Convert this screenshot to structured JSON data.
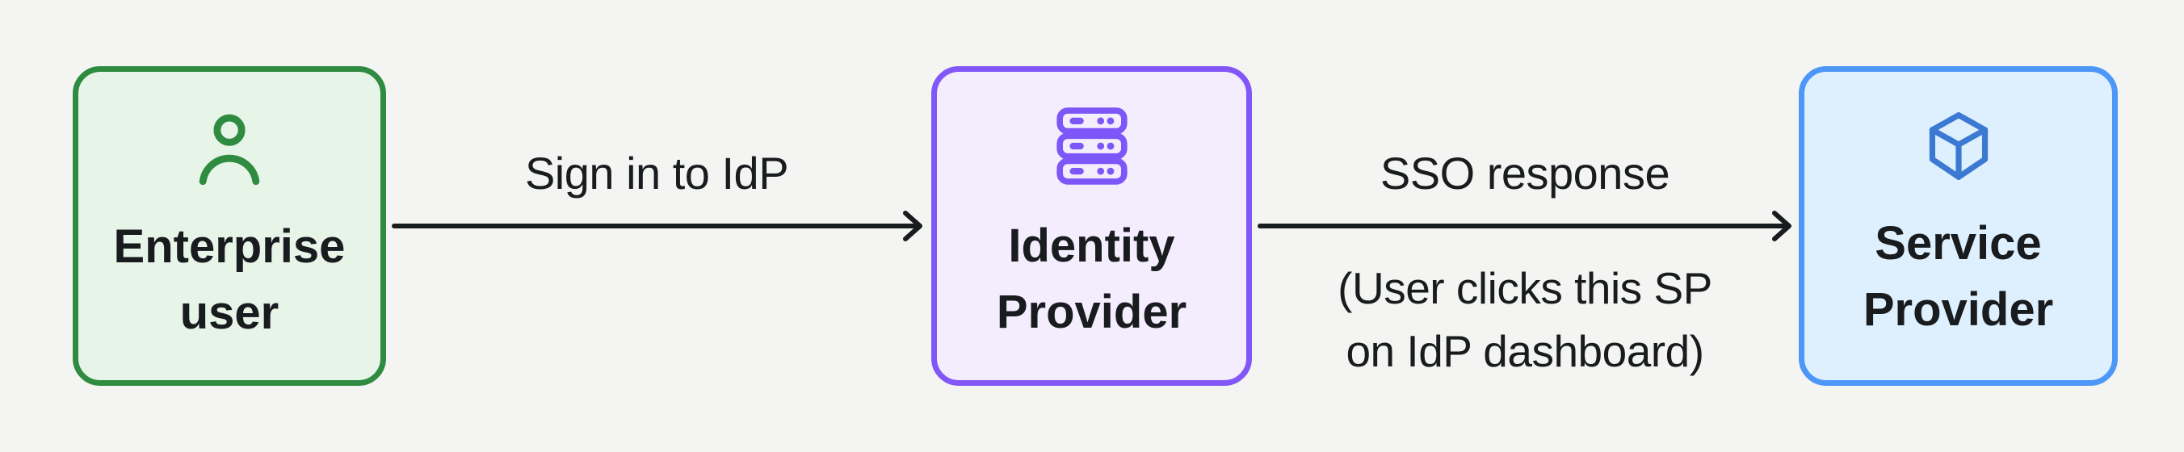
{
  "theme": {
    "--bg": "#f4f5f3",
    "--ink": "#191c1f",
    "--green-border": "#2e8b40",
    "--green-fill": "#e7f4e8",
    "--green-icon": "#2e8b40",
    "--purple-border": "#8257f8",
    "--purple-fill": "#f4edfe",
    "--purple-icon": "#7d56f8",
    "--blue-border": "#4d97f9",
    "--blue-fill": "#def0fe",
    "--blue-icon": "#3c79d3"
  },
  "diagram": {
    "nodes": [
      {
        "id": "enterprise-user",
        "title_line1": "Enterprise",
        "title_line2": "user",
        "icon": "person-icon"
      },
      {
        "id": "identity-provider",
        "title_line1": "Identity",
        "title_line2": "Provider",
        "icon": "server-stack-icon"
      },
      {
        "id": "service-provider",
        "title_line1": "Service",
        "title_line2": "Provider",
        "icon": "cube-icon"
      }
    ],
    "edges": [
      {
        "from": "enterprise-user",
        "to": "identity-provider",
        "label": "Sign in to IdP"
      },
      {
        "from": "identity-provider",
        "to": "service-provider",
        "label": "SSO response",
        "note_line1": "(User clicks this SP",
        "note_line2": "on IdP dashboard)"
      }
    ]
  }
}
